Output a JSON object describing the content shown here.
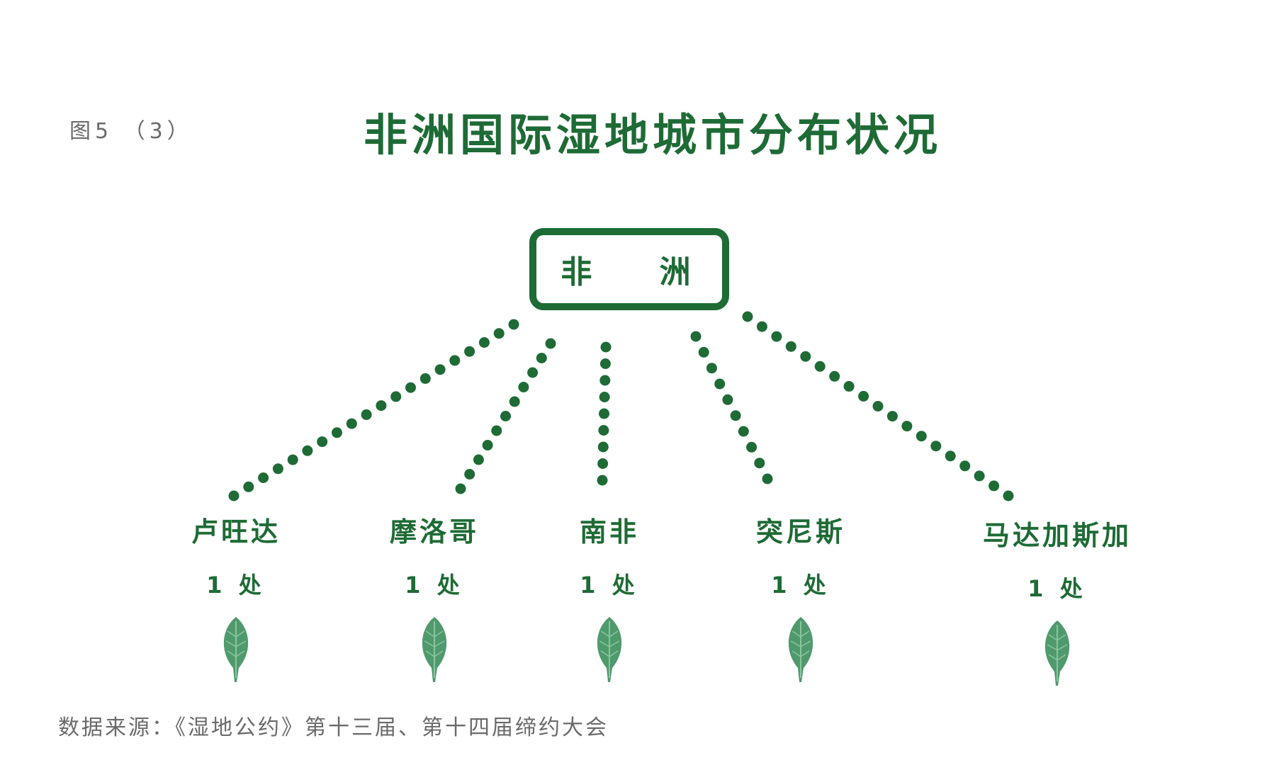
{
  "figure_label": "图5 （3）",
  "title": "非洲国际湿地城市分布状况",
  "root": {
    "label": "非 洲"
  },
  "nodes": [
    {
      "name": "卢旺达",
      "count": "1 处"
    },
    {
      "name": "摩洛哥",
      "count": "1 处"
    },
    {
      "name": "南非",
      "count": "1 处"
    },
    {
      "name": "突尼斯",
      "count": "1 处"
    },
    {
      "name": "马达加斯加",
      "count": "1 处"
    }
  ],
  "source": "数据来源：《湿地公约》第十三届、第十四届缔约大会",
  "colors": {
    "primary": "#1e6b35",
    "leaf": "#4f9a6c",
    "muted": "#6a6a6a"
  },
  "icons": {
    "node_marker": "leaf-icon"
  }
}
